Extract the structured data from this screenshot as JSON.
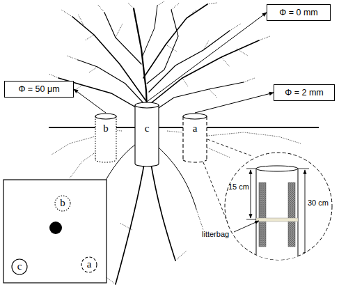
{
  "diagram": {
    "nodes": [
      {
        "text": [
          "Φ = 0 mm"
        ]
      },
      {
        "text": [
          "Φ = 50 μm"
        ]
      },
      {
        "text": [
          "Φ = 2 mm"
        ]
      },
      {
        "text": [
          "b"
        ]
      },
      {
        "text": [
          "c"
        ]
      },
      {
        "text": [
          "a"
        ]
      },
      {
        "text": [
          "b"
        ]
      },
      {
        "text": [
          "c"
        ]
      },
      {
        "text": [
          "a"
        ]
      }
    ],
    "edges": [
      {
        "from": 4,
        "to": 0,
        "arrow": "to"
      },
      {
        "from": 3,
        "to": 1,
        "arrow": "to"
      },
      {
        "from": 5,
        "to": 2,
        "arrow": "to"
      }
    ],
    "labels": [
      "15 cm",
      "30 cm",
      "litterbag"
    ]
  }
}
